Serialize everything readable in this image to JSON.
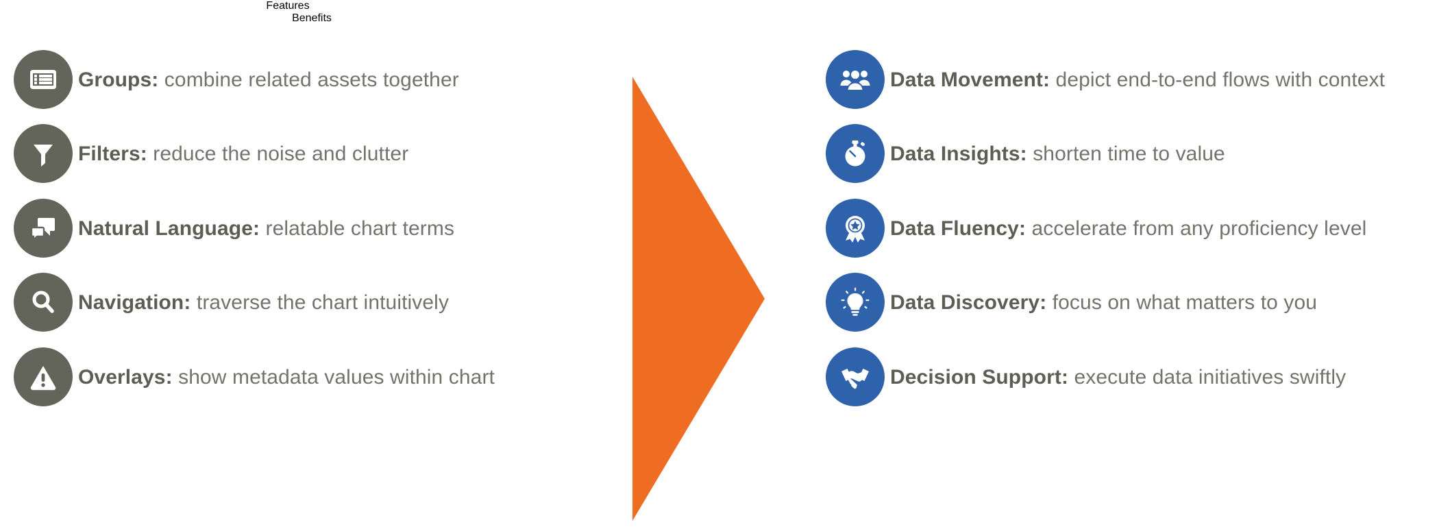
{
  "colors": {
    "features_accent": "#63655a",
    "benefits_accent": "#2e62ab",
    "arrow": "#ef6c23",
    "heading_text": "#63655a",
    "label_text": "#5c5e53",
    "description_text": "#73736c",
    "background": "#ffffff"
  },
  "features": {
    "heading": "Features",
    "items": [
      {
        "icon": "list-view-icon",
        "label": "Groups",
        "separator": ":",
        "description": " combine related assets together"
      },
      {
        "icon": "funnel-filter-icon",
        "label": "Filters",
        "separator": ":",
        "description": " reduce the noise and clutter"
      },
      {
        "icon": "speech-bubbles-icon",
        "label": "Natural Language",
        "separator": ":",
        "description": " relatable chart terms"
      },
      {
        "icon": "magnifier-search-icon",
        "label": "Navigation",
        "separator": ":",
        "description": " traverse the chart intuitively"
      },
      {
        "icon": "warning-triangle-icon",
        "label": "Overlays",
        "separator": ":",
        "description": " show metadata values within chart"
      }
    ]
  },
  "benefits": {
    "heading": "Benefits",
    "items": [
      {
        "icon": "people-group-icon",
        "label": "Data Movement",
        "separator": ":",
        "description": " depict end-to-end flows with context"
      },
      {
        "icon": "stopwatch-icon",
        "label": "Data Insights",
        "separator": ":",
        "description": " shorten time to value"
      },
      {
        "icon": "award-ribbon-star-icon",
        "label": "Data Fluency",
        "separator": ":",
        "description": " accelerate from any proficiency level"
      },
      {
        "icon": "lightbulb-idea-icon",
        "label": "Data Discovery",
        "separator": ":",
        "description": " focus on what matters to you"
      },
      {
        "icon": "handshake-icon",
        "label": "Decision Support",
        "separator": ":",
        "description": " execute data initiatives swiftly"
      }
    ]
  },
  "center": {
    "arrow_icon": "right-arrow-triangle-icon"
  }
}
